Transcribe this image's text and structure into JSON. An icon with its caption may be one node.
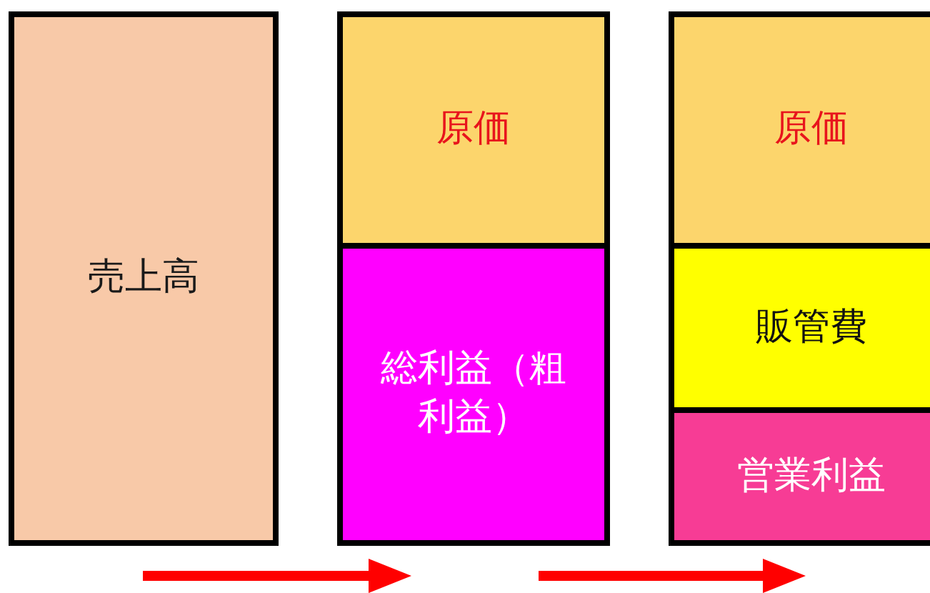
{
  "diagram": {
    "nodes": [
      {
        "text": [
          "売上高"
        ]
      },
      {
        "text": [
          "原価"
        ]
      },
      {
        "text": [
          "総利益（粗利益）"
        ]
      },
      {
        "text": [
          "原価"
        ]
      },
      {
        "text": [
          "販管費"
        ]
      },
      {
        "text": [
          "営業利益"
        ]
      }
    ]
  }
}
